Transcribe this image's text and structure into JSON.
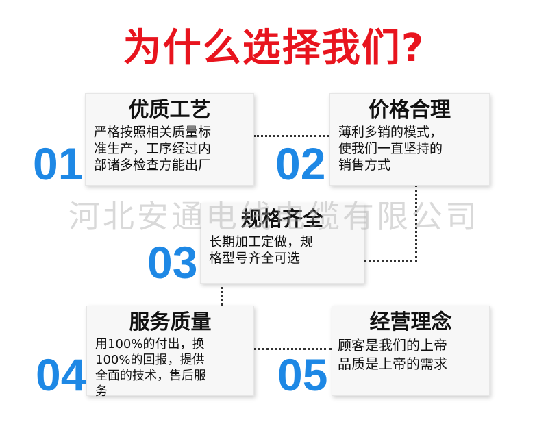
{
  "title": "为什么选择我们?",
  "watermark": "河北安通电线电缆有限公司",
  "colors": {
    "title": "#e8141e",
    "number": "#1e88e5"
  },
  "cards": [
    {
      "number": "01",
      "title": "优质工艺",
      "body": "严格按照相关质量标\n准生产，工序经过内\n部诸多检查方能出厂"
    },
    {
      "number": "02",
      "title": "价格合理",
      "body": "薄利多销的模式，\n使我们一直坚持的\n销售方式"
    },
    {
      "number": "03",
      "title": "规格齐全",
      "body": "长期加工定做，规\n格型号齐全可选"
    },
    {
      "number": "04",
      "title": "服务质量",
      "body": "用100%的付出，换\n100%的回报，提供\n全面的技术，售后服\n务"
    },
    {
      "number": "05",
      "title": "经营理念",
      "body": "顾客是我们的上帝\n品质是上帝的需求"
    }
  ]
}
